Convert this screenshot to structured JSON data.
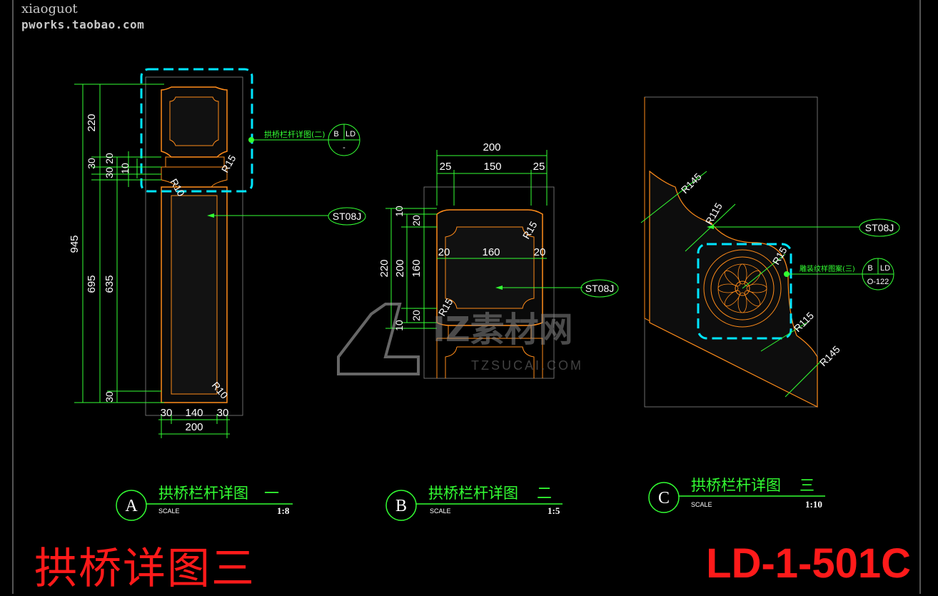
{
  "watermark": {
    "line1": "xiaoguot",
    "line2": "pworks.taobao.com",
    "center_brand": "IZ素材网",
    "center_url": "TZSUCAI.COM"
  },
  "sheet": {
    "title": "拱桥详图三",
    "code": "LD-1-501C"
  },
  "detail_a": {
    "label": "A",
    "title": "拱桥栏杆详图",
    "number": "一",
    "scale_word": "SCALE",
    "scale": "1:8",
    "dims": {
      "d220": "220",
      "d30": "30",
      "d30b": "30",
      "d20": "20",
      "d10": "10",
      "d945": "945",
      "d695": "695",
      "d635": "635",
      "d30c": "30",
      "w30a": "30",
      "w140": "140",
      "w30b": "30",
      "w200": "200",
      "r10a": "R10",
      "r15": "R15",
      "r10b": "R10"
    },
    "material": "ST08J",
    "callout": {
      "text": "拱桥栏杆详图(二)",
      "top": "B",
      "right": "LD",
      "bottom": "-"
    }
  },
  "detail_b": {
    "label": "B",
    "title": "拱桥栏杆详图",
    "number": "二",
    "scale_word": "SCALE",
    "scale": "1:5",
    "dims": {
      "w200": "200",
      "w25a": "25",
      "w150": "150",
      "w25b": "25",
      "h10a": "10",
      "h20a": "20",
      "h220": "220",
      "h200": "200",
      "h160": "160",
      "h20b": "20",
      "h10b": "10",
      "i20a": "20",
      "i160": "160",
      "i20b": "20",
      "r15a": "R15",
      "r15b": "R15"
    },
    "material": "ST08J"
  },
  "detail_c": {
    "label": "C",
    "title": "拱桥栏杆详图",
    "number": "三",
    "scale_word": "SCALE",
    "scale": "1:10",
    "dims": {
      "r145a": "R145",
      "r115a": "R115",
      "r15": "R15",
      "r115b": "R115",
      "r145b": "R145"
    },
    "material": "ST08J",
    "callout": {
      "text": "雕装纹样图案(三)",
      "top": "B",
      "right": "LD",
      "bottom": "O-122"
    }
  },
  "colors": {
    "background": "#000000",
    "dimension": "#33ff33",
    "outline": "#ff8c1a",
    "highlight": "#00e5ff",
    "accent": "#ff1a1a"
  }
}
